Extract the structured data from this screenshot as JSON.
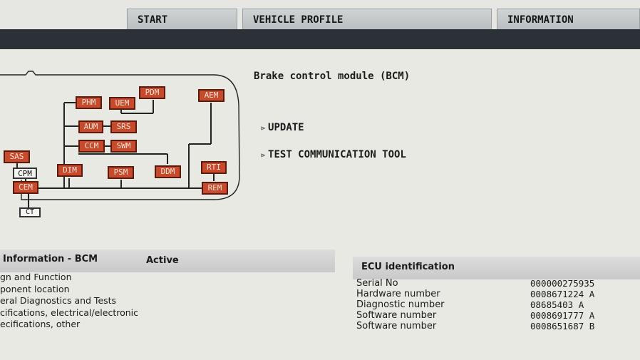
{
  "tabs": [
    {
      "label": "START"
    },
    {
      "label": "VEHICLE PROFILE"
    },
    {
      "label": "INFORMATION"
    }
  ],
  "module": {
    "title": "Brake control module (BCM)",
    "actions": [
      {
        "label": "UPDATE"
      },
      {
        "label": "TEST COMMUNICATION TOOL"
      }
    ]
  },
  "diagram": {
    "modules": [
      "PHM",
      "UEM",
      "PDM",
      "AEM",
      "AUM",
      "SRS",
      "CCM",
      "SWM",
      "SAS",
      "CPM",
      "DIM",
      "PSM",
      "DDM",
      "RTI",
      "CEM",
      "REM",
      "CT"
    ]
  },
  "info_panel": {
    "header": "Information - BCM",
    "status": "Active",
    "items": [
      "gn and Function",
      "ponent location",
      "eral Diagnostics and Tests",
      "cifications, electrical/electronic",
      "ecifications, other"
    ]
  },
  "ecu_panel": {
    "header": "ECU identification",
    "rows": [
      {
        "label": "Serial No",
        "value": "000000275935"
      },
      {
        "label": "Hardware number",
        "value": "0008671224  A"
      },
      {
        "label": "Diagnostic number",
        "value": "08685403  A"
      },
      {
        "label": "Software number",
        "value": "0008691777  A"
      },
      {
        "label": "Software number",
        "value": "0008651687  B"
      }
    ]
  },
  "colors": {
    "ecu_box": "#c74a2c",
    "dark_bar": "#2c3138"
  }
}
